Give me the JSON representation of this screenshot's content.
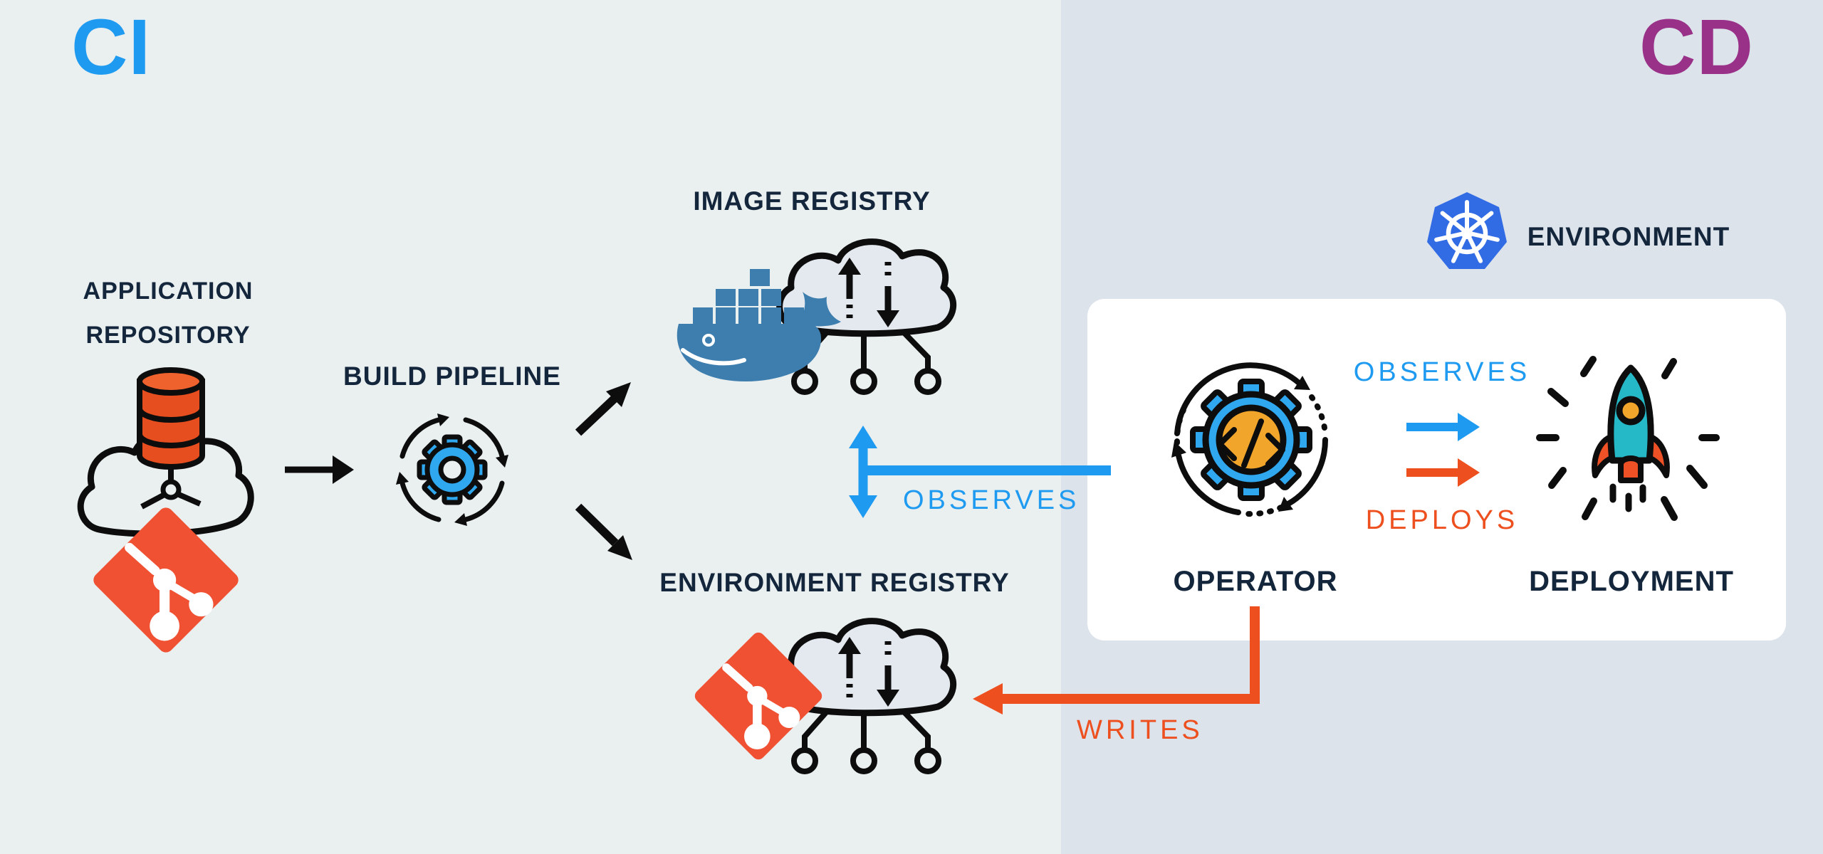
{
  "sections": {
    "ci": {
      "label": "CI"
    },
    "cd": {
      "label": "CD"
    }
  },
  "nodes": {
    "application_repository": {
      "line1": "APPLICATION",
      "line2": "REPOSITORY",
      "icon": "git-database-cloud-icon"
    },
    "build_pipeline": {
      "label": "BUILD PIPELINE",
      "icon": "gear-cycle-icon"
    },
    "image_registry": {
      "label": "IMAGE REGISTRY",
      "icon": "docker-cloud-icon"
    },
    "environment_registry": {
      "label": "ENVIRONMENT REGISTRY",
      "icon": "git-cloud-icon"
    },
    "environment": {
      "label": "ENVIRONMENT",
      "icon": "kubernetes-icon"
    },
    "operator": {
      "label": "OPERATOR",
      "code_glyph": "</>",
      "icon": "operator-gear-icon"
    },
    "deployment": {
      "label": "DEPLOYMENT",
      "icon": "rocket-icon"
    }
  },
  "edges": {
    "repo_to_build": {
      "type": "arrow-right-black"
    },
    "build_to_image": {
      "type": "arrow-diagonal-up-black"
    },
    "build_to_env": {
      "type": "arrow-diagonal-down-black"
    },
    "observes_registry": {
      "label": "OBSERVES",
      "color": "#1E9BF0"
    },
    "observes_deployment": {
      "label": "OBSERVES",
      "color": "#1E9BF0"
    },
    "deploys": {
      "label": "DEPLOYS",
      "color": "#ED4F1F"
    },
    "writes": {
      "label": "WRITES",
      "color": "#ED4F1F"
    }
  },
  "colors": {
    "ci_accent": "#1E9BF0",
    "cd_accent": "#9A3189",
    "heading_navy": "#14263B",
    "arrow_blue": "#1E9BF0",
    "arrow_orange": "#ED4F1F",
    "git_orange": "#F05133",
    "db_orange": "#E64E1F",
    "gear_blue": "#2FA8F0",
    "amber": "#F2A52B",
    "docker_blue": "#3D7EAE",
    "kubernetes_blue": "#326CE5",
    "rocket_teal": "#25B9C7",
    "bg_left": "#EAEFF0",
    "bg_right": "#DCE3EB",
    "panel_white": "#FFFFFF",
    "outline_black": "#0D0D0D"
  }
}
